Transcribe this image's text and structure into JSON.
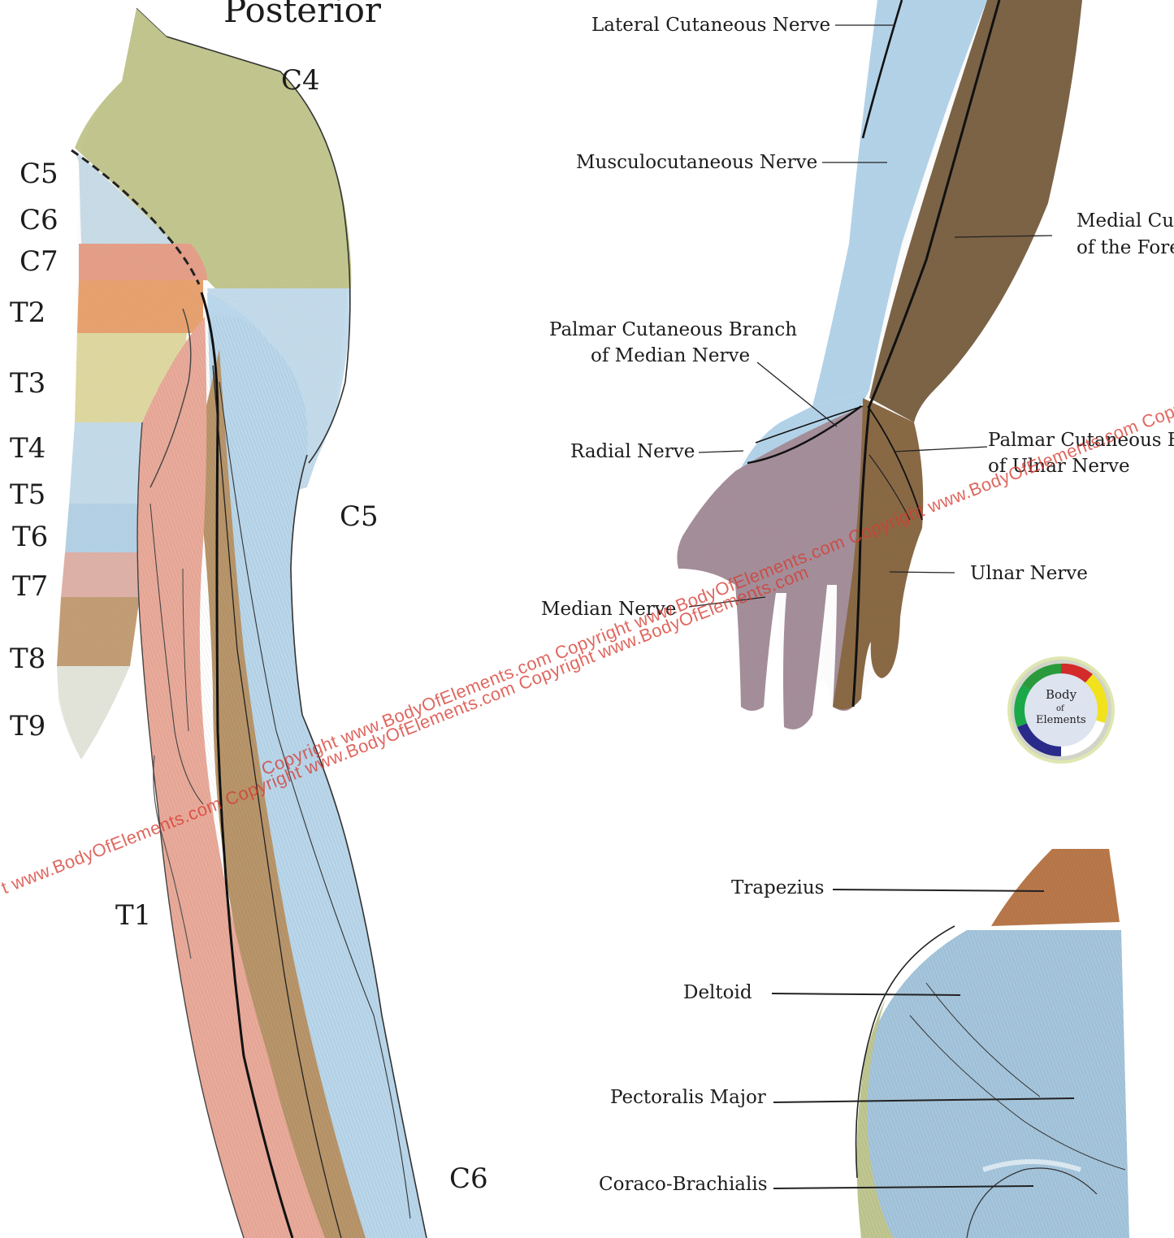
{
  "title": "Posterior",
  "left_segments": [
    {
      "id": "c5",
      "text": "C5"
    },
    {
      "id": "c6",
      "text": "C6"
    },
    {
      "id": "c7",
      "text": "C7"
    },
    {
      "id": "t2",
      "text": "T2"
    },
    {
      "id": "t3",
      "text": "T3"
    },
    {
      "id": "t4",
      "text": "T4"
    },
    {
      "id": "t5",
      "text": "T5"
    },
    {
      "id": "t6",
      "text": "T6"
    },
    {
      "id": "t7",
      "text": "T7"
    },
    {
      "id": "t8",
      "text": "T8"
    },
    {
      "id": "t9",
      "text": "T9"
    }
  ],
  "arm_segments": {
    "c4": "C4",
    "c5": "C5",
    "t1": "T1",
    "c6": "C6"
  },
  "nerve_labels": {
    "lateral_cutaneous": "Lateral Cutaneous Nerve",
    "musculocutaneous": "Musculocutaneous Nerve",
    "medial_cutaneous_1": "Medial Cu",
    "medial_cutaneous_2": "of the Fore",
    "palmar_median_1": "Palmar Cutaneous Branch",
    "palmar_median_2": "of Median Nerve",
    "radial": "Radial Nerve",
    "palmar_ulnar_1": "Palmar Cutaneous B",
    "palmar_ulnar_2": "of Ulnar Nerve",
    "ulnar": "Ulnar Nerve",
    "median": "Median Nerve"
  },
  "muscle_labels": {
    "trapezius": "Trapezius",
    "deltoid": "Deltoid",
    "pectoralis": "Pectoralis Major",
    "coraco": "Coraco-Brachialis"
  },
  "logo": {
    "line1": "Body",
    "line2": "of",
    "line3": "Elements"
  },
  "watermark": {
    "main": "Copyright www.BodyOfElements.com Copyright www.BodyOfElements.com Copyright www.BodyOfElements.com Copyright www.BodyOfElements.com Copyright www.BodyOfElements.com",
    "left": "t www.BodyOfElements.com Copyright www.BodyOfElements.com Copyright www.BodyOfElements.com"
  },
  "colors": {
    "dermatome_green": "#c3c78f",
    "dermatome_blue": "#b5d6ea",
    "dermatome_red": "#e6a08a",
    "dermatome_orange": "#e8a370",
    "dermatome_yellow": "#e0d9a2",
    "dermatome_brown": "#b8956a",
    "nerve_brown": "#7d6446",
    "palm_mauve": "#a58f9a",
    "muscle_blue": "#a4c5dc",
    "trapezius_brown": "#b9784a",
    "watermark_red": "#d63c32"
  }
}
